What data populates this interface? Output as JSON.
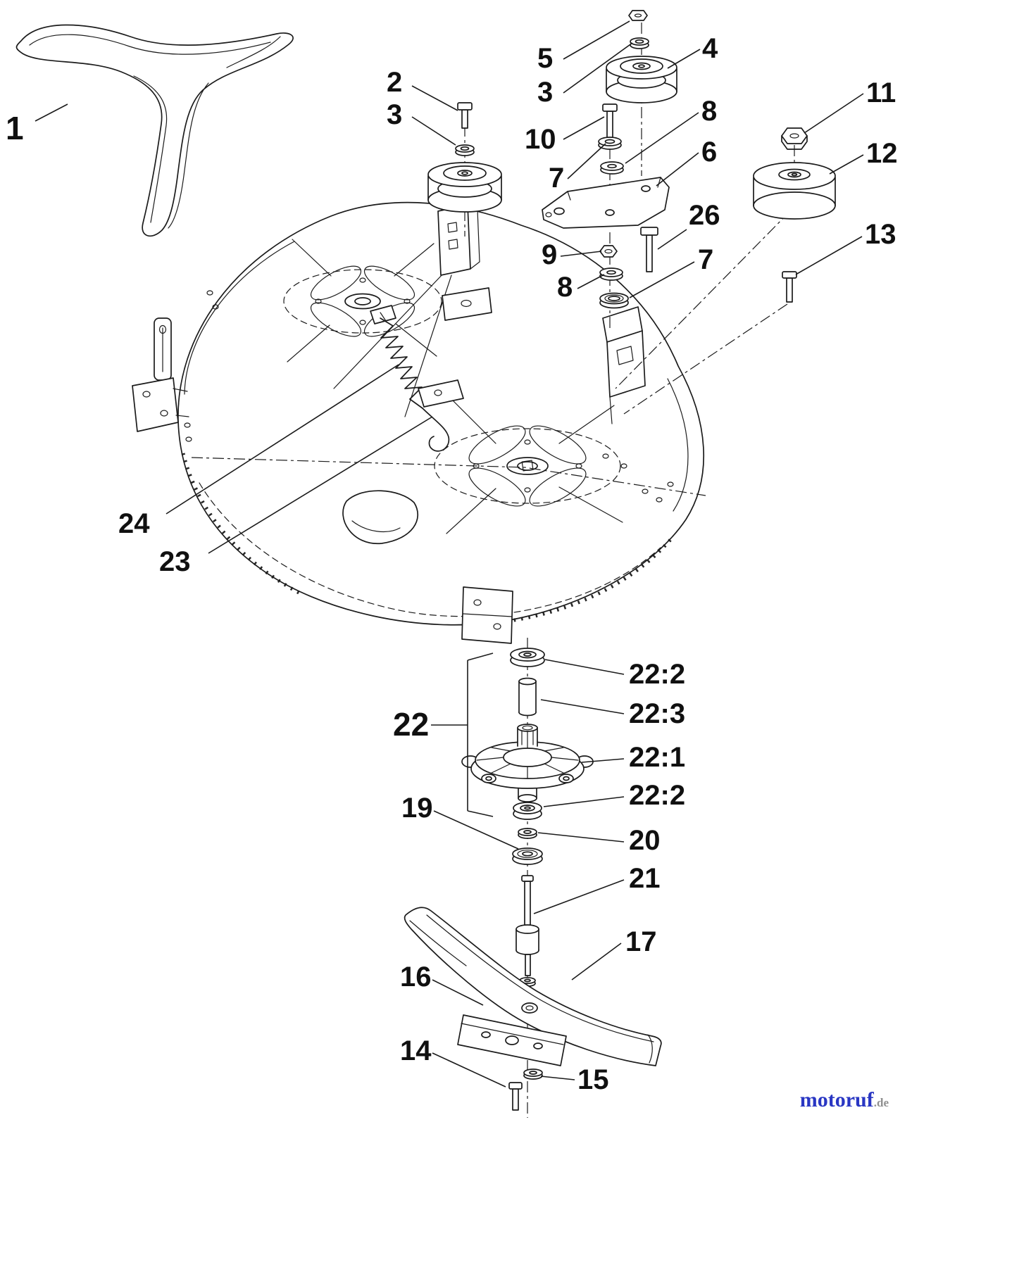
{
  "figure": {
    "background": "#ffffff",
    "line_color": "#1b1b1b",
    "type": "exploded-parts-diagram"
  },
  "watermark": {
    "brand": "motoruf",
    "tld": ".de",
    "brand_color": "#2936c3",
    "tld_color": "#909090"
  },
  "callouts": [
    {
      "label": "1"
    },
    {
      "label": "2"
    },
    {
      "label": "3"
    },
    {
      "label": "5"
    },
    {
      "label": "3"
    },
    {
      "label": "4"
    },
    {
      "label": "10"
    },
    {
      "label": "7"
    },
    {
      "label": "8"
    },
    {
      "label": "6"
    },
    {
      "label": "11"
    },
    {
      "label": "12"
    },
    {
      "label": "26"
    },
    {
      "label": "9"
    },
    {
      "label": "8"
    },
    {
      "label": "7"
    },
    {
      "label": "13"
    },
    {
      "label": "24"
    },
    {
      "label": "23"
    },
    {
      "label": "22"
    },
    {
      "label": "22:2"
    },
    {
      "label": "22:3"
    },
    {
      "label": "22:1"
    },
    {
      "label": "22:2"
    },
    {
      "label": "20"
    },
    {
      "label": "19"
    },
    {
      "label": "21"
    },
    {
      "label": "17"
    },
    {
      "label": "16"
    },
    {
      "label": "14"
    },
    {
      "label": "15"
    }
  ]
}
